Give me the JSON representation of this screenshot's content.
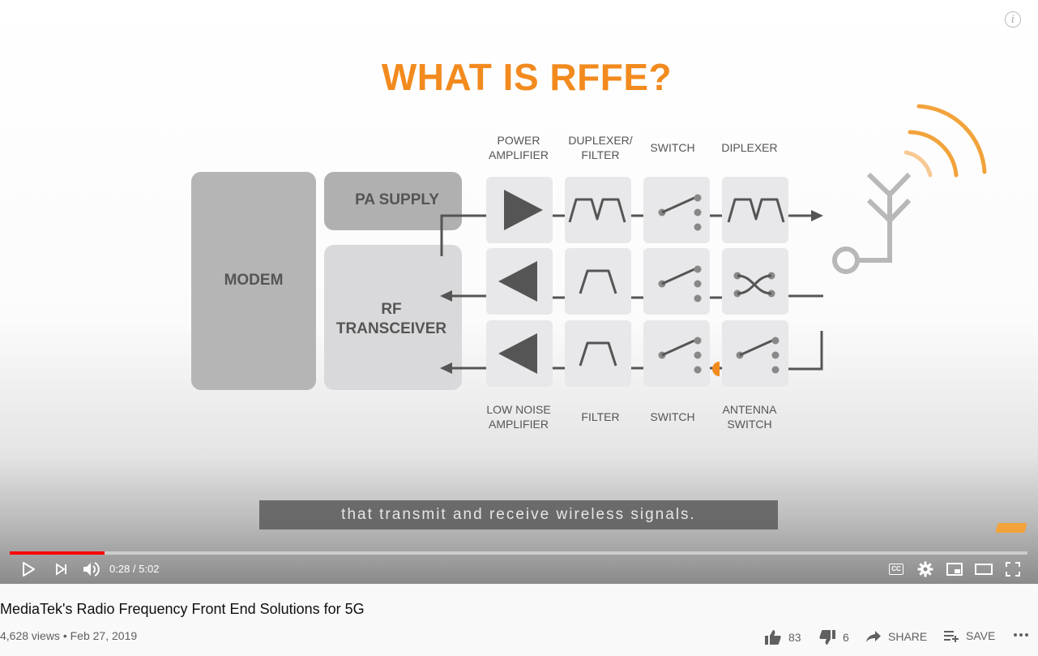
{
  "video": {
    "heading": "WHAT IS RFFE?",
    "labels": {
      "power_amplifier": "POWER\nAMPLIFIER",
      "duplexer_filter": "DUPLEXER/\nFILTER",
      "switch_top": "SWITCH",
      "diplexer": "DIPLEXER",
      "low_noise_amplifier": "LOW NOISE\nAMPLIFIER",
      "filter": "FILTER",
      "switch_bottom": "SWITCH",
      "antenna_switch": "ANTENNA\nSWITCH"
    },
    "blocks": {
      "modem": "MODEM",
      "pa_supply": "PA SUPPLY",
      "rf_transceiver": "RF\nTRANSCEIVER"
    },
    "caption": "that transmit and receive wireless signals.",
    "accent_color": "#f28a1e"
  },
  "player": {
    "progress_percent": 9.3,
    "time_current": "0:28",
    "time_total": "5:02",
    "time_separator": " / ",
    "controls": {
      "play": "play-icon",
      "next": "next-icon",
      "volume": "volume-icon",
      "cc": "CC",
      "settings": "gear-icon",
      "miniplayer": "miniplayer-icon",
      "theater": "theater-icon",
      "fullscreen": "fullscreen-icon"
    },
    "progress_color": "#ff0000"
  },
  "info": {
    "title": "MediaTek's Radio Frequency Front End Solutions for 5G",
    "views": "4,628 views",
    "date": "Feb 27, 2019",
    "likes": "83",
    "dislikes": "6",
    "share_label": "SHARE",
    "save_label": "SAVE"
  }
}
